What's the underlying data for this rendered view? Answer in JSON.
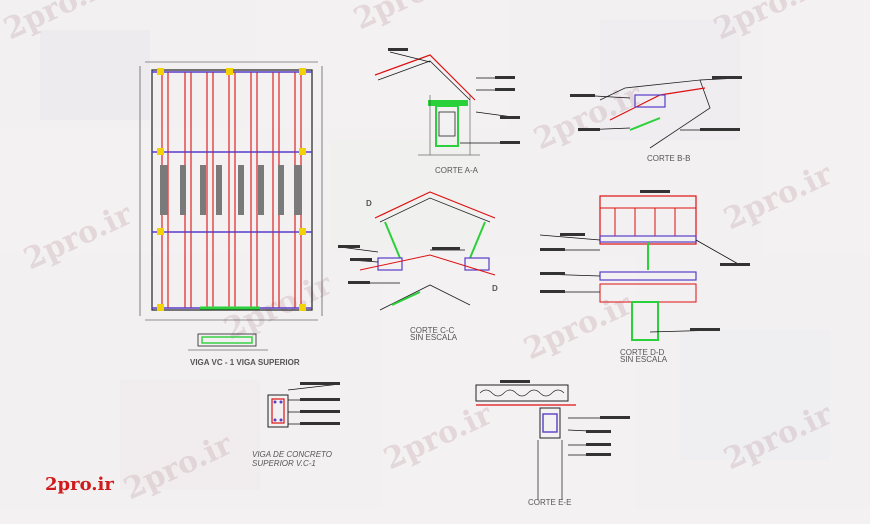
{
  "watermark": {
    "text": "2pro.ir"
  },
  "logo": {
    "text": "2pro.ir"
  },
  "labels": {
    "plan_caption": "VIGA VC - 1 VIGA SUPERIOR",
    "d_marker": "D",
    "concrete_beam_line1": "VIGA DE CONCRETO",
    "concrete_beam_line2": "SUPERIOR V.C-1"
  },
  "sections": [
    {
      "title": "CORTE A-A"
    },
    {
      "title": "CORTE B-B"
    },
    {
      "title": "CORTE C-C",
      "subtitle": "SIN ESCALA"
    },
    {
      "title": "CORTE D-D",
      "subtitle": "SIN ESCALA"
    },
    {
      "title": "CORTE E-E"
    }
  ],
  "colors": {
    "rafter": "#dd1111",
    "beam": "#5a3cc8",
    "steel": "#2bd13a",
    "column": "#f2d200"
  }
}
